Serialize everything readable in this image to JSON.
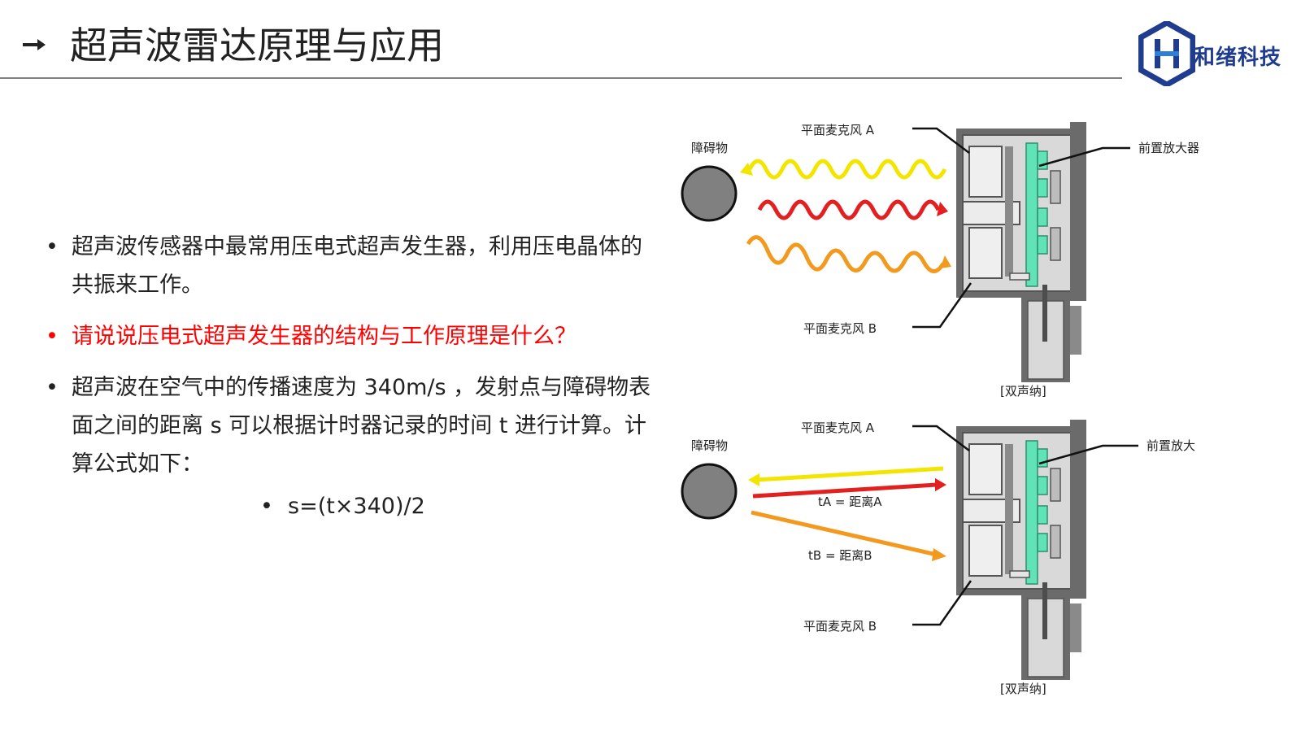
{
  "header": {
    "title": "超声波雷达原理与应用",
    "arrow_icon": "arrow-right-icon",
    "logo_text": "和绪科技",
    "logo_color": "#1f3c8f"
  },
  "bullets": [
    {
      "text": "超声波传感器中最常用压电式超声发生器，利用压电晶体的共振来工作。",
      "color": "#222222"
    },
    {
      "text": "请说说压电式超声发生器的结构与工作原理是什么？",
      "color": "#ff0000"
    },
    {
      "text": "超声波在空气中的传播速度为 340m/s ，发射点与障碍物表面之间的距离 s 可以根据计时器记录的时间 t 进行计算。计算公式如下：",
      "color": "#222222"
    }
  ],
  "formula": "s=(t×340)/2",
  "bullet_char": "•",
  "diagram_top": {
    "obstacle_label": "障碍物",
    "mic_a_label": "平面麦克风 A",
    "mic_b_label": "平面麦克风 B",
    "preamp_label": "前置放大器",
    "caption": "[双声纳]"
  },
  "diagram_bottom": {
    "obstacle_label": "障碍物",
    "mic_a_label": "平面麦克风 A",
    "mic_b_label": "平面麦克风 B",
    "preamp_label": "前置放大",
    "ta_label": "tA = 距离A",
    "tb_label": "tB = 距离B",
    "caption": "[双声纳]"
  },
  "colors": {
    "wave_yellow": "#f2e600",
    "wave_red": "#e41f1f",
    "wave_orange": "#f39a1e",
    "circuit_green": "#5fe3b7",
    "obstacle_gray": "#808080",
    "housing_gray": "#6b6b6b"
  }
}
